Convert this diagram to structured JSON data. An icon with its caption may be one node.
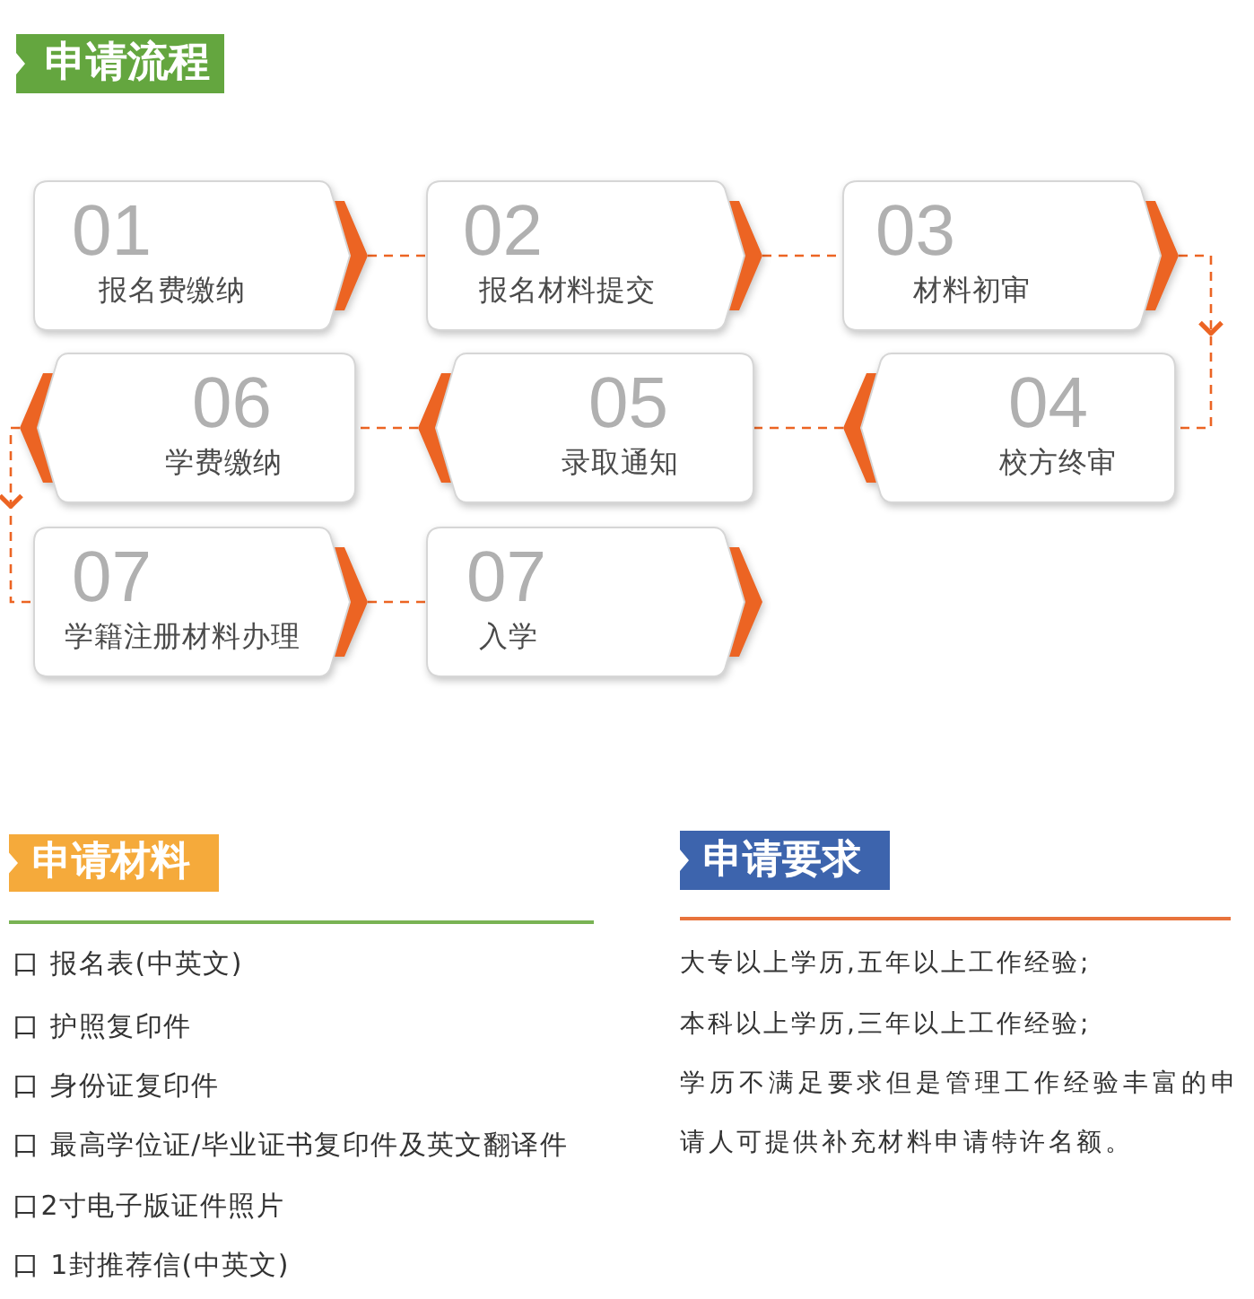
{
  "diagram": {
    "nodes": [
      {
        "text": [
          "申请流程"
        ]
      },
      {
        "text": [
          "01",
          "报名费缴纳"
        ]
      },
      {
        "text": [
          "02",
          "报名材料提交"
        ]
      },
      {
        "text": [
          "03",
          "材料初审"
        ]
      },
      {
        "text": [
          "04",
          "校方终审"
        ]
      },
      {
        "text": [
          "05",
          "录取通知"
        ]
      },
      {
        "text": [
          "06",
          "学费缴纳"
        ]
      },
      {
        "text": [
          "07",
          "学籍注册材料办理"
        ]
      },
      {
        "text": [
          "07",
          "入学"
        ]
      },
      {
        "text": [
          "申请材料"
        ]
      },
      {
        "text": [
          "申请要求"
        ]
      }
    ],
    "edges": [
      {
        "from": 1,
        "to": 2,
        "arrow": "none",
        "style": "dashed"
      },
      {
        "from": 2,
        "to": 3,
        "arrow": "none",
        "style": "dashed"
      },
      {
        "from": 3,
        "to": 4,
        "arrow": "to",
        "style": "dashed"
      },
      {
        "from": 4,
        "to": 5,
        "arrow": "none",
        "style": "dashed"
      },
      {
        "from": 5,
        "to": 6,
        "arrow": "none",
        "style": "dashed"
      },
      {
        "from": 6,
        "to": 7,
        "arrow": "to",
        "style": "dashed"
      },
      {
        "from": 7,
        "to": 8,
        "arrow": "none",
        "style": "dashed"
      }
    ],
    "labels": [
      "口 报名表(中英文)",
      "口 护照复印件",
      "口 身份证复印件",
      "口 最高学位证/毕业证书复印件及英文翻译件",
      "口2寸电子版证件照片",
      "口 1封推荐信(中英文)",
      "大专以上学历,五年以上工作经验;",
      "本科以上学历,三年以上工作经验;",
      "学历不满足要求但是管理工作经验丰富的申请人可提供补充材料申请特许名额。"
    ]
  }
}
